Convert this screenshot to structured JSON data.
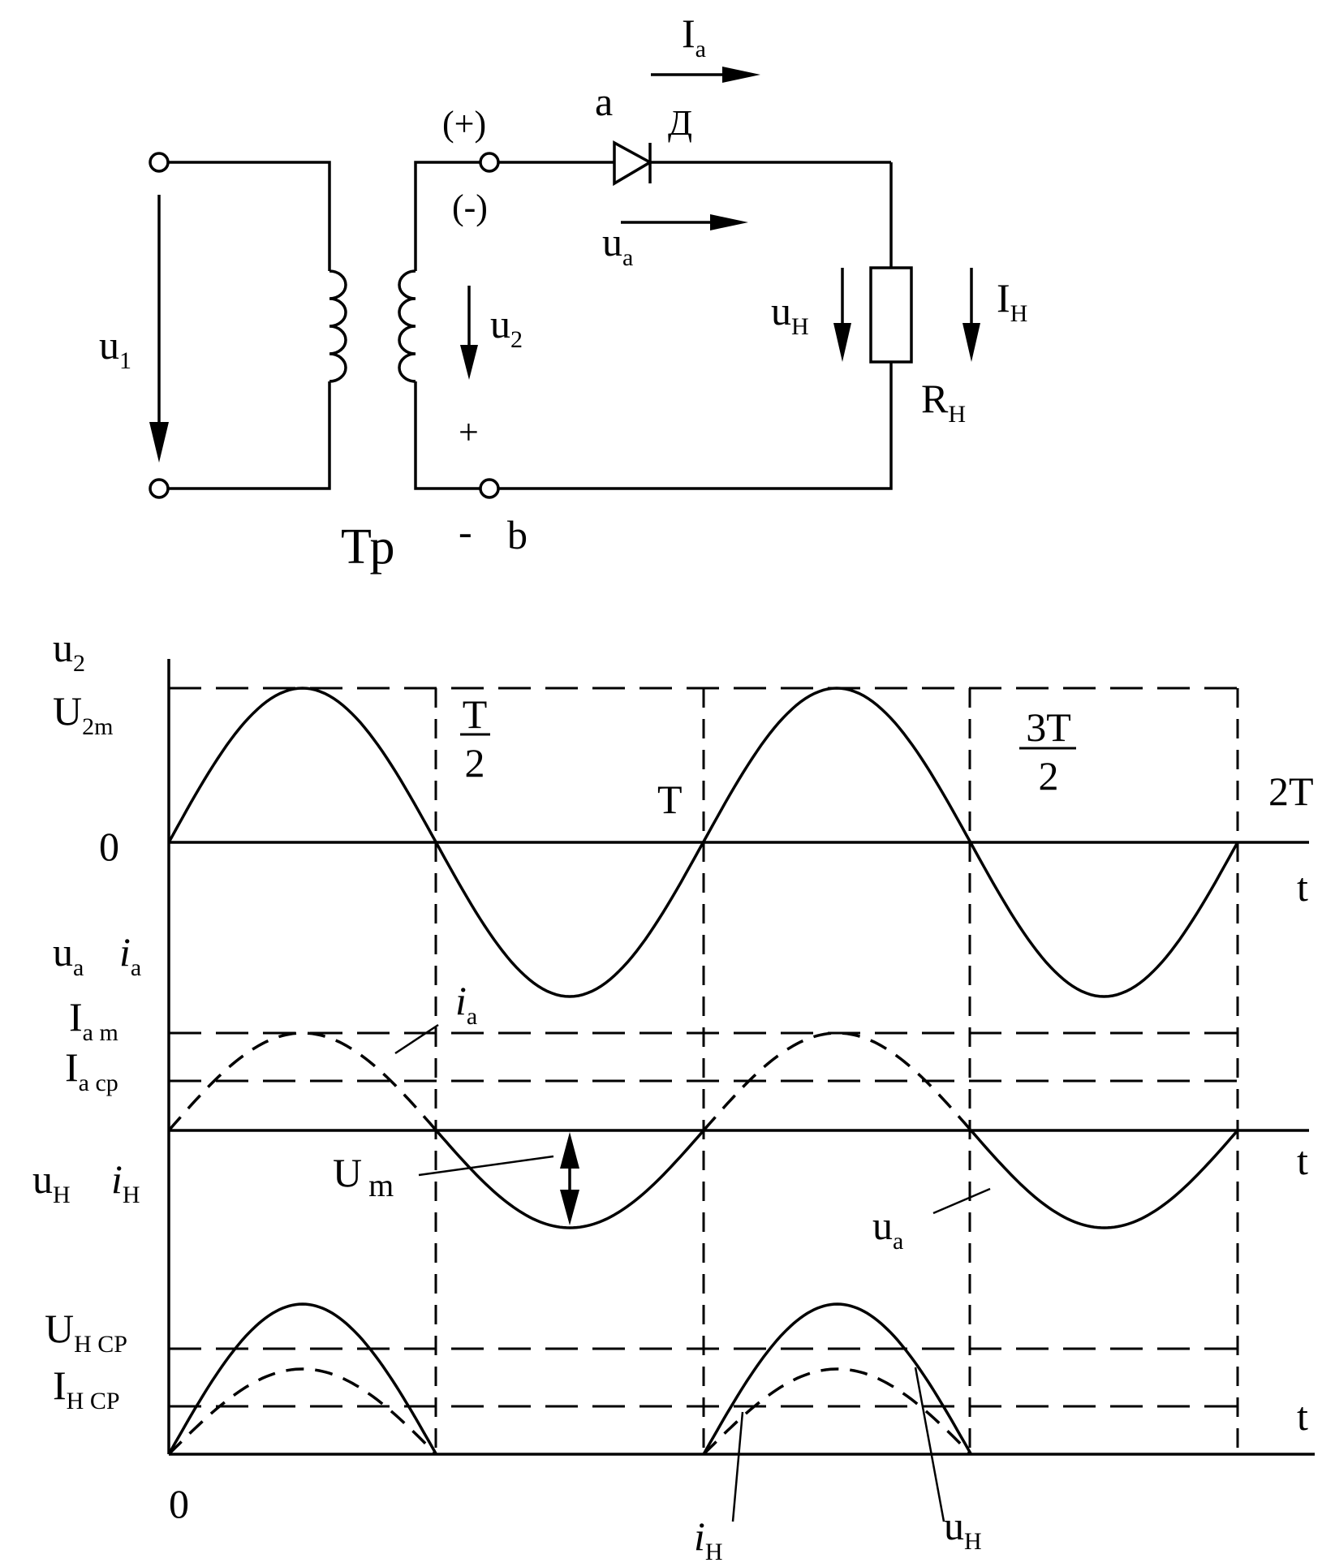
{
  "circuit": {
    "u1": "u",
    "u1_sub": "1",
    "u2": "u",
    "u2_sub": "2",
    "Ia": "I",
    "Ia_sub": "a",
    "anode": "a",
    "diode": "Д",
    "plus_paren": "(+)",
    "minus_paren": "(-)",
    "ua": "u",
    "ua_sub": "a",
    "uH": "u",
    "uH_sub": "Н",
    "IH": "I",
    "IH_sub": "Н",
    "RH": "R",
    "RH_sub": "Н",
    "plus": "+",
    "minus": "-",
    "b": "b",
    "transformer": "Тр"
  },
  "graph": {
    "u2": "u",
    "u2_sub": "2",
    "U2m": "U",
    "U2m_sub": "2m",
    "zero": "0",
    "t": "t",
    "T_half_num": "T",
    "T_half_den": "2",
    "T": "T",
    "T3_half_num": "3T",
    "T3_half_den": "2",
    "T2": "2T",
    "ua": "u",
    "ua_sub": "a",
    "ia": "i",
    "ia_sub": "a",
    "Iam": "I",
    "Iam_sub": "a m",
    "Iacp": "I",
    "Iacp_sub": "a ср",
    "ia_curve": "i",
    "ia_curve_sub": "a",
    "Um": "U",
    "Um_sub": "m",
    "uH": "u",
    "uH_sub": "Н",
    "iH": "i",
    "iH_sub": "Н",
    "ua_curve": "u",
    "ua_curve_sub": "a",
    "UHcp": "U",
    "UHcp_sub": "Н СР",
    "IHcp": "I",
    "IHcp_sub": "Н СР",
    "zero_bottom": "0",
    "iH_curve": "i",
    "iH_curve_sub": "Н",
    "uH_curve": "u",
    "uH_curve_sub": "Н"
  }
}
